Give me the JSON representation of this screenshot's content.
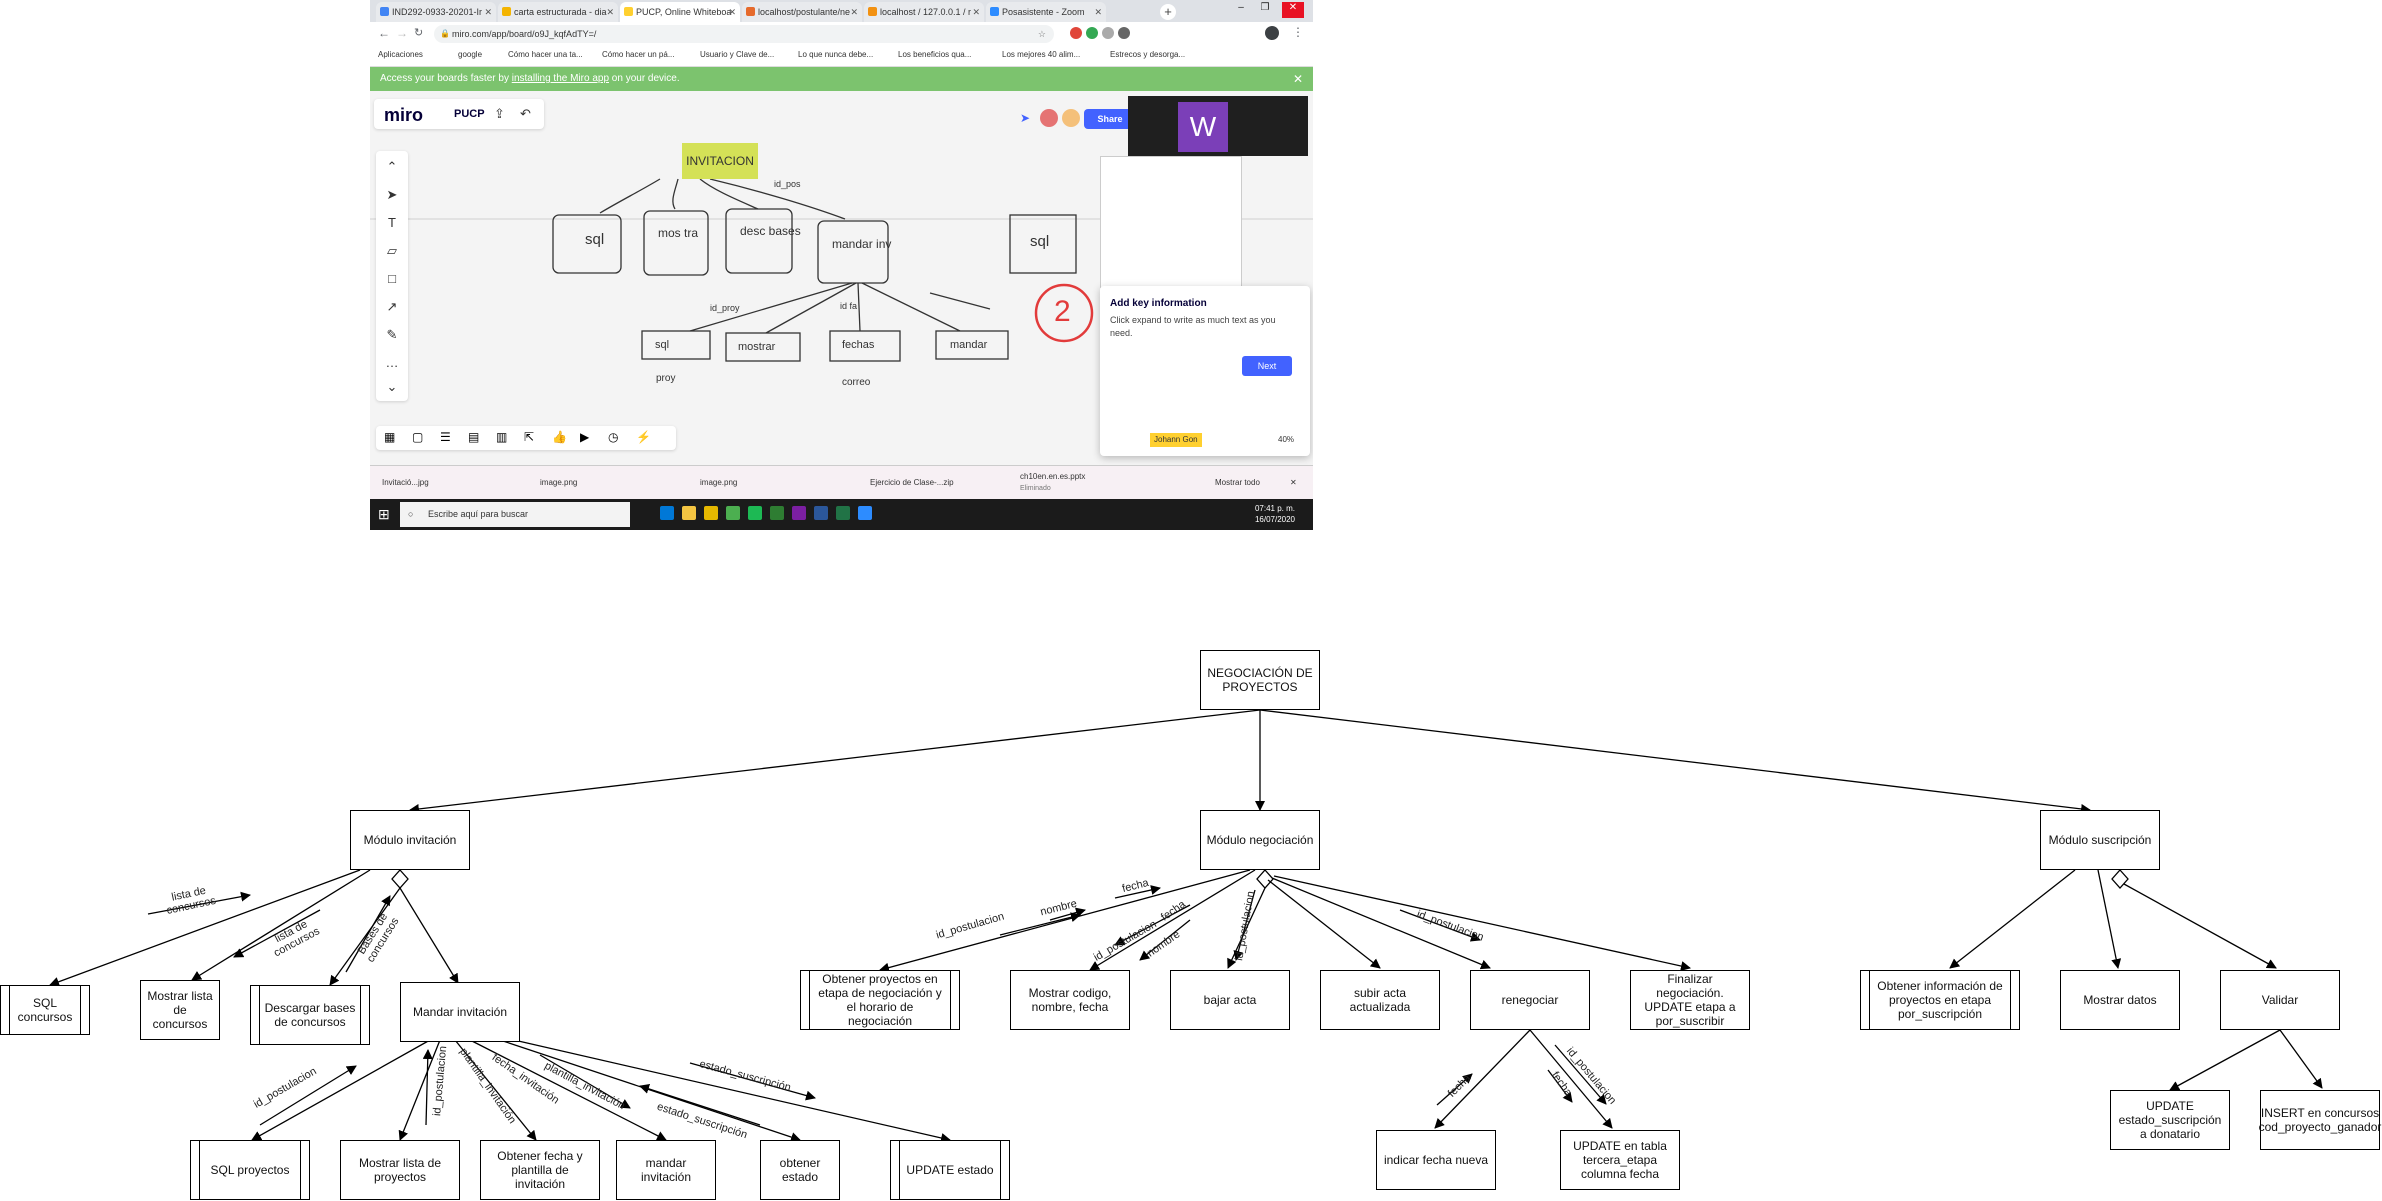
{
  "screenshot": {
    "tabs": [
      {
        "label": "IND292-0933-20201-Ir"
      },
      {
        "label": "carta estructurada - dia"
      },
      {
        "label": "PUCP, Online Whiteboa"
      },
      {
        "label": "localhost/postulante/ne"
      },
      {
        "label": "localhost / 127.0.0.1 / r"
      },
      {
        "label": "Posasistente - Zoom"
      }
    ],
    "url": "miro.com/app/board/o9J_kqfAdTY=/",
    "bookmarks": [
      "Aplicaciones",
      "google",
      "Cómo hacer una ta...",
      "Cómo hacer un pá...",
      "Usuario y Clave de...",
      "Lo que nunca debe...",
      "Los beneficios qua...",
      "Los mejores 40 alim...",
      "Estrecos y desorga..."
    ],
    "banner_prefix": "Access your boards faster by ",
    "banner_link": "installing the Miro app",
    "banner_suffix": " on your device.",
    "miro_logo": "miro",
    "board_name": "PUCP",
    "share_label": "Share",
    "zoom_letter": "W",
    "tip_title": "Add key information",
    "tip_text": "Click expand to write as much text as you need.",
    "tip_next": "Next",
    "sticky_label": "INVITACION",
    "user_tag": "Johann Gon",
    "zoom_percent": "40%",
    "downloads": [
      "Invitació...jpg",
      "image.png",
      "image.png",
      "Ejercicio de Clase-...zip",
      "ch10en.en.es.pptx"
    ],
    "download_sub": "Eliminado",
    "show_all": "Mostrar todo",
    "taskbar_search": "Escribe aquí para buscar",
    "clock_time": "07:41 p. m.",
    "clock_date": "16/07/2020",
    "sketch_boxes": [
      "sql",
      "mos tra",
      "desc bases",
      "mandar inv",
      "sql",
      "mostrar",
      "fechas",
      "mandar",
      "sql"
    ],
    "sketch_notes": [
      "id_pos",
      "id_proy",
      "id fa",
      "proy",
      "correo",
      "2"
    ]
  },
  "diagram": {
    "root": "NEGOCIACIÓN DE PROYECTOS",
    "modules": {
      "invitacion": "Módulo invitación",
      "negociacion": "Módulo negociación",
      "suscripcion": "Módulo suscripción"
    },
    "inv_children": {
      "sql_concursos": "SQL concursos",
      "mostrar_concursos": "Mostrar lista de concursos",
      "descargar_bases": "Descargar bases de concursos",
      "mandar_invitacion": "Mandar invitación"
    },
    "mandar_children": {
      "sql_proyectos": "SQL proyectos",
      "mostrar_proyectos": "Mostrar lista de proyectos",
      "obtener_fecha": "Obtener fecha y plantilla de invitación",
      "mandar_inv": "mandar invitación",
      "obtener_estado": "obtener estado",
      "update_estado": "UPDATE estado"
    },
    "neg_children": {
      "obtener_proyectos": "Obtener proyectos en etapa de negociación y el horario de negociación",
      "mostrar_codigo": "Mostrar codigo, nombre, fecha",
      "bajar_acta": "bajar acta",
      "subir_acta": "subir acta actualizada",
      "renegociar": "renegociar",
      "finalizar": "Finalizar negociación. UPDATE etapa a por_suscribir"
    },
    "reneg_children": {
      "indicar_fecha": "indicar fecha nueva",
      "update_tabla": "UPDATE en tabla tercera_etapa columna fecha"
    },
    "sus_children": {
      "obtener_info": "Obtener información de proyectos en etapa por_suscripción",
      "mostrar_datos": "Mostrar datos",
      "validar": "Validar"
    },
    "validar_children": {
      "update_donatario": "UPDATE estado_suscripción a donatario",
      "insert_concursos": "INSERT en concursos cod_proyecto_ganador"
    },
    "edge_labels": {
      "lista_concursos_1": "lista de concursos",
      "lista_concursos_2": "lista de concursos",
      "bases_concursos": "Bases de concursos",
      "id_postulacion_a": "id_postulacion",
      "id_postulacion_b": "id_postulacion",
      "plantilla_inv_a": "plantilla_invitación",
      "fecha_inv": "fecha_invitación",
      "plantilla_inv_b": "plantilla_invitación",
      "estado_sus_a": "estado_suscripción",
      "estado_sus_b": "estado_suscripción",
      "neg_id_post": "id_postulacion",
      "neg_nombre": "nombre",
      "neg_fecha": "fecha",
      "neg_fecha2": "fecha",
      "neg_id_post2": "id_postulacion",
      "neg_nombre2": "nombre",
      "neg_id_post3": "id_postulacion",
      "neg_id_post4": "id_postulacion",
      "reneg_fecha": "fecha",
      "reneg_id_post": "id_postulacion",
      "reneg_fecha2": "fecha"
    }
  }
}
